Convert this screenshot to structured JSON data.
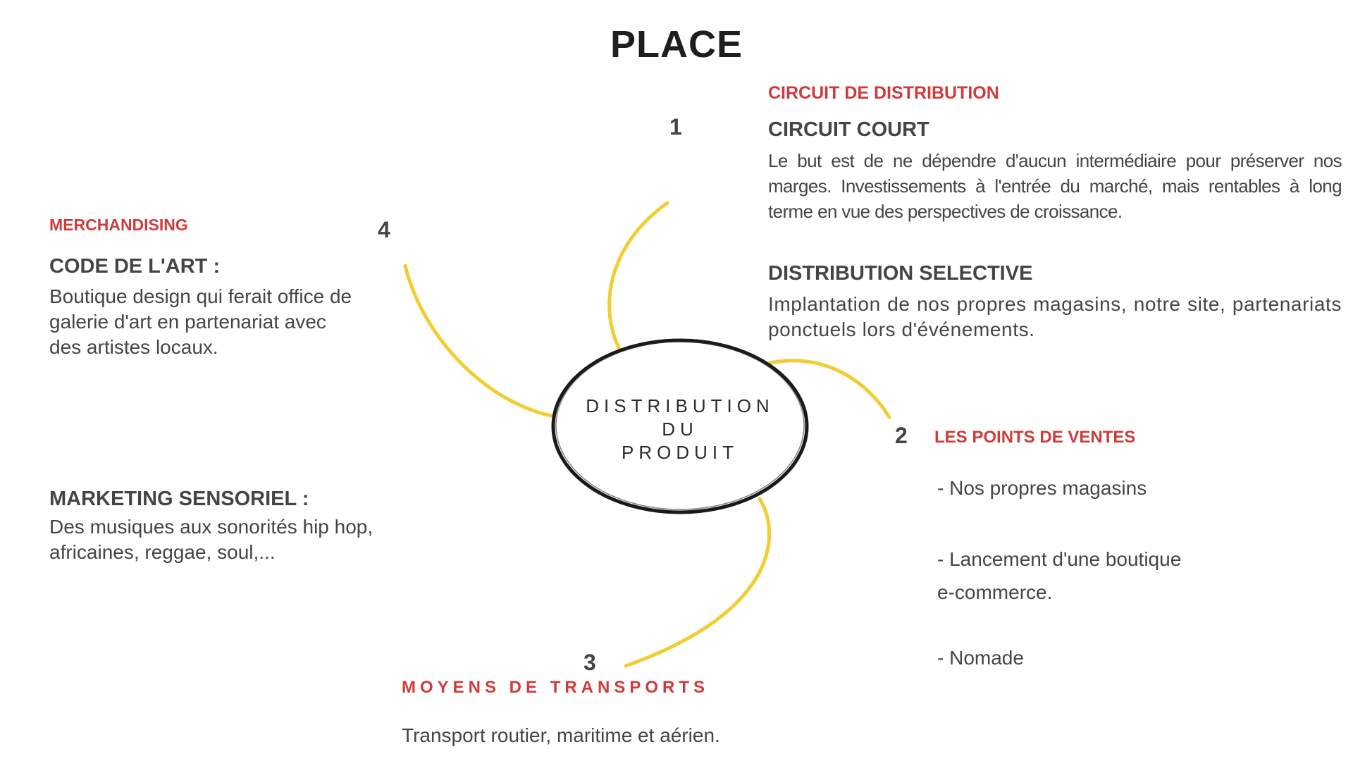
{
  "title": "PLACE",
  "center": {
    "line1": "DISTRIBUTION",
    "line2": "DU",
    "line3": "PRODUIT"
  },
  "branch1": {
    "number": "1",
    "category": "CIRCUIT DE DISTRIBUTION",
    "heading1": "CIRCUIT COURT",
    "text1": "Le but est de ne dépendre d'aucun intermédiaire pour préserver nos marges. Investissements à l'entrée du marché, mais rentables à long terme en vue des perspectives de croissance.",
    "heading2": "DISTRIBUTION SELECTIVE",
    "text2": "Implantation de nos propres magasins, notre site, partenariats ponctuels lors d'événements."
  },
  "branch2": {
    "number": "2",
    "category": "LES POINTS DE VENTES",
    "items": [
      "- Nos propres magasins",
      "- Lancement d'une boutique",
      "e-commerce.",
      "- Nomade"
    ]
  },
  "branch3": {
    "number": "3",
    "category": "MOYENS DE TRANSPORTS",
    "text": "Transport routier, maritime et aérien."
  },
  "branch4": {
    "number": "4",
    "category": "MERCHANDISING",
    "heading1": "CODE DE L'ART :",
    "text1": "Boutique design qui ferait office de galerie d'art en partenariat avec des artistes locaux.",
    "heading2": "MARKETING SENSORIEL :",
    "text2": "Des musiques aux sonorités hip hop, africaines, reggae, soul,..."
  },
  "colors": {
    "accent_red": "#d03a3a",
    "curve_yellow": "#f2cd32",
    "ellipse_stroke": "#1a1a1a"
  }
}
